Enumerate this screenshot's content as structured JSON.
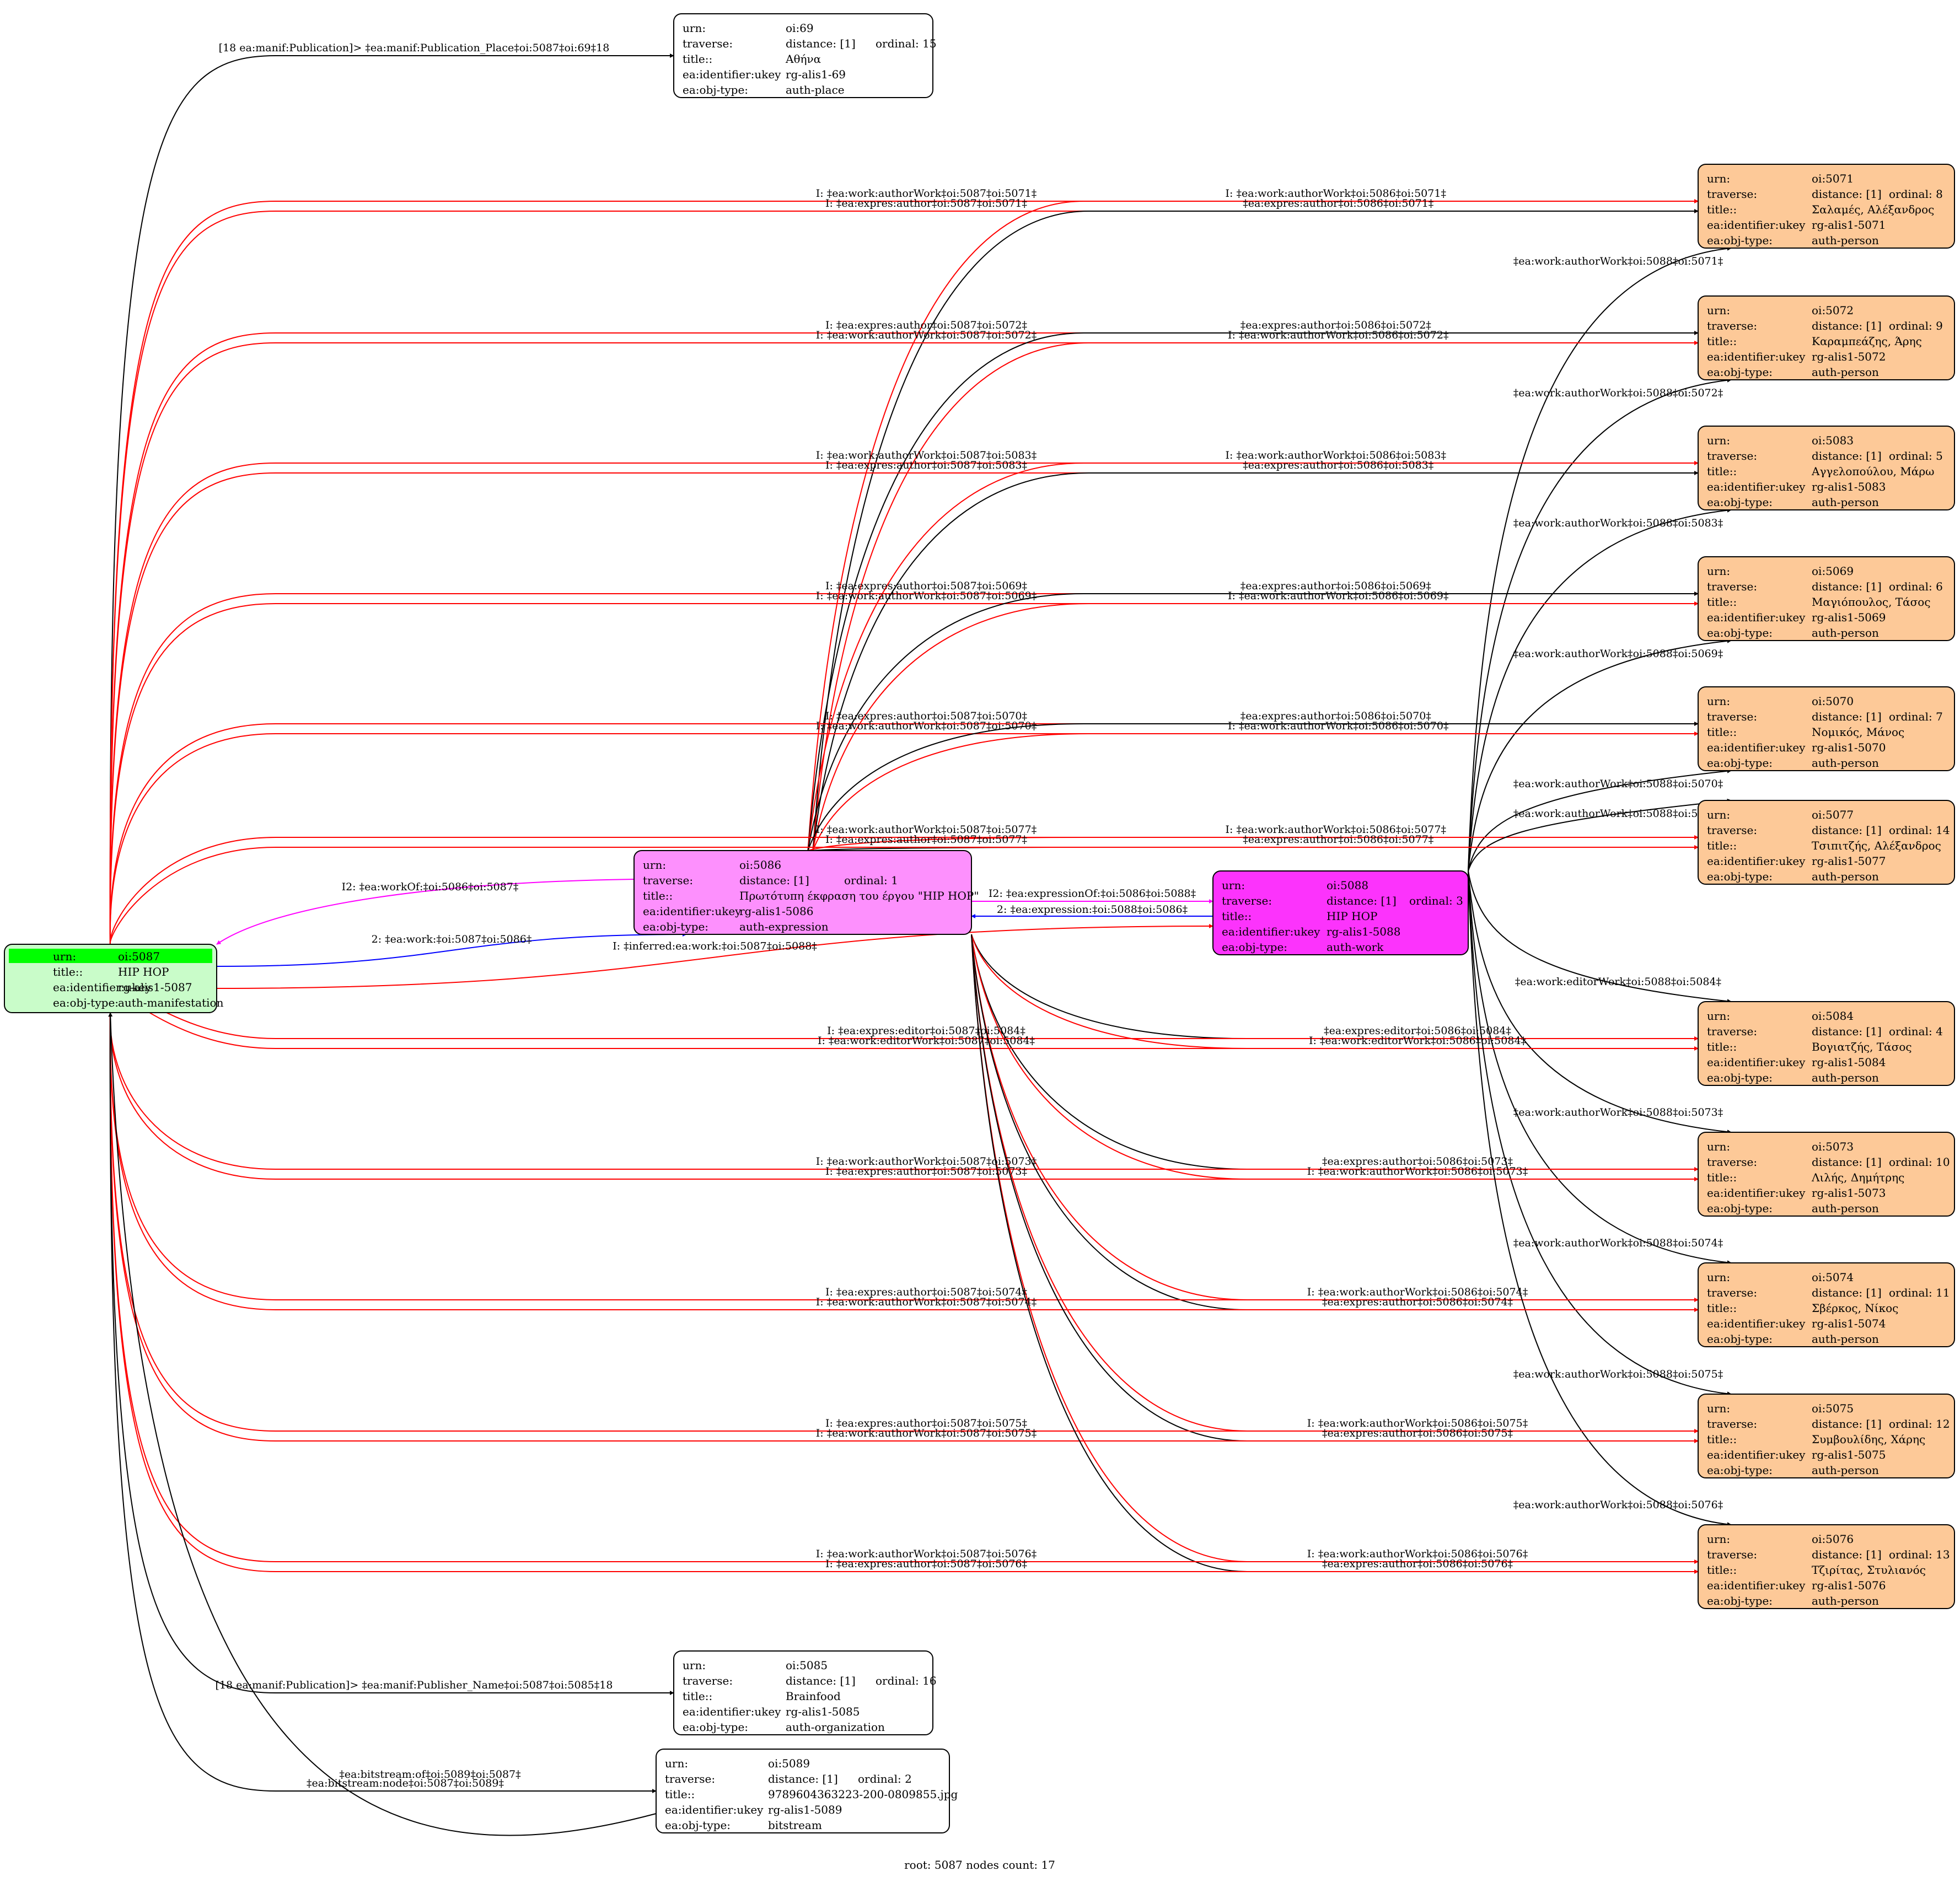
{
  "footer": "root: 5087 nodes count: 17",
  "colors": {
    "root_fill": "#c9fcc9",
    "root_highlight": "#00ff00",
    "expression_fill": "#fd90fd",
    "work_fill": "#fc33fc",
    "person_fill": "#fdc998",
    "plain_fill": "#ffffff",
    "edge_black": "#000000",
    "edge_red": "#ff0000",
    "edge_blue": "#0000ff",
    "edge_magenta": "#ff00ff"
  },
  "nodes": [
    {
      "id": "oi:5087",
      "kind": "root",
      "rows": [
        [
          "urn:",
          "oi:5087"
        ],
        [
          "title::",
          "HIP HOP"
        ],
        [
          "ea:identifier:ukey",
          "rg-alis1-5087"
        ],
        [
          "ea:obj-type:",
          "auth-manifestation"
        ]
      ]
    },
    {
      "id": "oi:69",
      "kind": "plain",
      "rows": [
        [
          "urn:",
          "oi:69"
        ],
        [
          "traverse:",
          "distance: [1]",
          "ordinal: 15"
        ],
        [
          "title::",
          "Αθήνα"
        ],
        [
          "ea:identifier:ukey",
          "rg-alis1-69"
        ],
        [
          "ea:obj-type:",
          "auth-place"
        ]
      ]
    },
    {
      "id": "oi:5086",
      "kind": "expression",
      "rows": [
        [
          "urn:",
          "oi:5086"
        ],
        [
          "traverse:",
          "distance: [1]",
          "ordinal: 1"
        ],
        [
          "title::",
          "Πρωτότυπη έκφραση του έργου \"HIP HOP\""
        ],
        [
          "ea:identifier:ukey",
          "rg-alis1-5086"
        ],
        [
          "ea:obj-type:",
          "auth-expression"
        ]
      ]
    },
    {
      "id": "oi:5088",
      "kind": "work",
      "rows": [
        [
          "urn:",
          "oi:5088"
        ],
        [
          "traverse:",
          "distance: [1]",
          "ordinal: 3"
        ],
        [
          "title::",
          "HIP HOP"
        ],
        [
          "ea:identifier:ukey",
          "rg-alis1-5088"
        ],
        [
          "ea:obj-type:",
          "auth-work"
        ]
      ]
    },
    {
      "id": "oi:5071",
      "kind": "person",
      "rows": [
        [
          "urn:",
          "oi:5071"
        ],
        [
          "traverse:",
          "distance: [1]",
          "ordinal: 8"
        ],
        [
          "title::",
          "Σαλαμές, Αλέξανδρος"
        ],
        [
          "ea:identifier:ukey",
          "rg-alis1-5071"
        ],
        [
          "ea:obj-type:",
          "auth-person"
        ]
      ]
    },
    {
      "id": "oi:5072",
      "kind": "person",
      "rows": [
        [
          "urn:",
          "oi:5072"
        ],
        [
          "traverse:",
          "distance: [1]",
          "ordinal: 9"
        ],
        [
          "title::",
          "Καραμπεάζης, Άρης"
        ],
        [
          "ea:identifier:ukey",
          "rg-alis1-5072"
        ],
        [
          "ea:obj-type:",
          "auth-person"
        ]
      ]
    },
    {
      "id": "oi:5083",
      "kind": "person",
      "rows": [
        [
          "urn:",
          "oi:5083"
        ],
        [
          "traverse:",
          "distance: [1]",
          "ordinal: 5"
        ],
        [
          "title::",
          "Αγγελοπούλου, Μάρω"
        ],
        [
          "ea:identifier:ukey",
          "rg-alis1-5083"
        ],
        [
          "ea:obj-type:",
          "auth-person"
        ]
      ]
    },
    {
      "id": "oi:5069",
      "kind": "person",
      "rows": [
        [
          "urn:",
          "oi:5069"
        ],
        [
          "traverse:",
          "distance: [1]",
          "ordinal: 6"
        ],
        [
          "title::",
          "Μαγιόπουλος, Τάσος"
        ],
        [
          "ea:identifier:ukey",
          "rg-alis1-5069"
        ],
        [
          "ea:obj-type:",
          "auth-person"
        ]
      ]
    },
    {
      "id": "oi:5070",
      "kind": "person",
      "rows": [
        [
          "urn:",
          "oi:5070"
        ],
        [
          "traverse:",
          "distance: [1]",
          "ordinal: 7"
        ],
        [
          "title::",
          "Νομικός, Μάνος"
        ],
        [
          "ea:identifier:ukey",
          "rg-alis1-5070"
        ],
        [
          "ea:obj-type:",
          "auth-person"
        ]
      ]
    },
    {
      "id": "oi:5077",
      "kind": "person",
      "rows": [
        [
          "urn:",
          "oi:5077"
        ],
        [
          "traverse:",
          "distance: [1]",
          "ordinal: 14"
        ],
        [
          "title::",
          "Τσιπιτζής, Αλέξανδρος"
        ],
        [
          "ea:identifier:ukey",
          "rg-alis1-5077"
        ],
        [
          "ea:obj-type:",
          "auth-person"
        ]
      ]
    },
    {
      "id": "oi:5084",
      "kind": "person",
      "rows": [
        [
          "urn:",
          "oi:5084"
        ],
        [
          "traverse:",
          "distance: [1]",
          "ordinal: 4"
        ],
        [
          "title::",
          "Βογιατζής, Τάσος"
        ],
        [
          "ea:identifier:ukey",
          "rg-alis1-5084"
        ],
        [
          "ea:obj-type:",
          "auth-person"
        ]
      ]
    },
    {
      "id": "oi:5073",
      "kind": "person",
      "rows": [
        [
          "urn:",
          "oi:5073"
        ],
        [
          "traverse:",
          "distance: [1]",
          "ordinal: 10"
        ],
        [
          "title::",
          "Λιλής, Δημήτρης"
        ],
        [
          "ea:identifier:ukey",
          "rg-alis1-5073"
        ],
        [
          "ea:obj-type:",
          "auth-person"
        ]
      ]
    },
    {
      "id": "oi:5074",
      "kind": "person",
      "rows": [
        [
          "urn:",
          "oi:5074"
        ],
        [
          "traverse:",
          "distance: [1]",
          "ordinal: 11"
        ],
        [
          "title::",
          "Σβέρκος, Νίκος"
        ],
        [
          "ea:identifier:ukey",
          "rg-alis1-5074"
        ],
        [
          "ea:obj-type:",
          "auth-person"
        ]
      ]
    },
    {
      "id": "oi:5075",
      "kind": "person",
      "rows": [
        [
          "urn:",
          "oi:5075"
        ],
        [
          "traverse:",
          "distance: [1]",
          "ordinal: 12"
        ],
        [
          "title::",
          "Συμβουλίδης, Χάρης"
        ],
        [
          "ea:identifier:ukey",
          "rg-alis1-5075"
        ],
        [
          "ea:obj-type:",
          "auth-person"
        ]
      ]
    },
    {
      "id": "oi:5076",
      "kind": "person",
      "rows": [
        [
          "urn:",
          "oi:5076"
        ],
        [
          "traverse:",
          "distance: [1]",
          "ordinal: 13"
        ],
        [
          "title::",
          "Τζιρίτας, Στυλιανός"
        ],
        [
          "ea:identifier:ukey",
          "rg-alis1-5076"
        ],
        [
          "ea:obj-type:",
          "auth-person"
        ]
      ]
    },
    {
      "id": "oi:5085",
      "kind": "plain",
      "rows": [
        [
          "urn:",
          "oi:5085"
        ],
        [
          "traverse:",
          "distance: [1]",
          "ordinal: 16"
        ],
        [
          "title::",
          "Brainfood"
        ],
        [
          "ea:identifier:ukey",
          "rg-alis1-5085"
        ],
        [
          "ea:obj-type:",
          "auth-organization"
        ]
      ]
    },
    {
      "id": "oi:5089",
      "kind": "plain",
      "rows": [
        [
          "urn:",
          "oi:5089"
        ],
        [
          "traverse:",
          "distance: [1]",
          "ordinal: 2"
        ],
        [
          "title::",
          "9789604363223-200-0809855.jpg"
        ],
        [
          "ea:identifier:ukey",
          "rg-alis1-5089"
        ],
        [
          "ea:obj-type:",
          "bitstream"
        ]
      ]
    }
  ],
  "edges": [
    {
      "from": "oi:5087",
      "to": "oi:69",
      "color": "black",
      "label": "[18 ea:manif:Publication]> ‡ea:manif:Publication_Place‡oi:5087‡oi:69‡18"
    },
    {
      "from": "oi:5087",
      "to": "oi:5071",
      "color": "red",
      "label": "I: ‡ea:work:authorWork‡oi:5087‡oi:5071‡"
    },
    {
      "from": "oi:5087",
      "to": "oi:5071",
      "color": "red",
      "label": "I: ‡ea:expres:author‡oi:5087‡oi:5071‡"
    },
    {
      "from": "oi:5087",
      "to": "oi:5072",
      "color": "red",
      "label": "I: ‡ea:expres:author‡oi:5087‡oi:5072‡"
    },
    {
      "from": "oi:5086",
      "to": "oi:5071",
      "color": "red",
      "label": "I: ‡ea:work:authorWork‡oi:5086‡oi:5071‡"
    },
    {
      "from": "oi:5086",
      "to": "oi:5071",
      "color": "black",
      "label": "‡ea:expres:author‡oi:5086‡oi:5071‡"
    },
    {
      "from": "oi:5088",
      "to": "oi:5071",
      "color": "black",
      "label": "‡ea:work:authorWork‡oi:5088‡oi:5071‡"
    },
    {
      "from": "oi:5087",
      "to": "oi:5072",
      "color": "red",
      "label": "I: ‡ea:work:authorWork‡oi:5087‡oi:5072‡"
    },
    {
      "from": "oi:5087",
      "to": "oi:5083",
      "color": "red",
      "label": "I: ‡ea:work:authorWork‡oi:5087‡oi:5083‡"
    },
    {
      "from": "oi:5086",
      "to": "oi:5072",
      "color": "black",
      "label": "‡ea:expres:author‡oi:5086‡oi:5072‡"
    },
    {
      "from": "oi:5086",
      "to": "oi:5072",
      "color": "red",
      "label": "I: ‡ea:work:authorWork‡oi:5086‡oi:5072‡"
    },
    {
      "from": "oi:5087",
      "to": "oi:5083",
      "color": "red",
      "label": "I: ‡ea:expres:author‡oi:5087‡oi:5083‡"
    },
    {
      "from": "oi:5088",
      "to": "oi:5072",
      "color": "black",
      "label": "‡ea:work:authorWork‡oi:5088‡oi:5072‡"
    },
    {
      "from": "oi:5087",
      "to": "oi:5069",
      "color": "red",
      "label": "I: ‡ea:expres:author‡oi:5087‡oi:5069‡"
    },
    {
      "from": "oi:5086",
      "to": "oi:5083",
      "color": "red",
      "label": "I: ‡ea:work:authorWork‡oi:5086‡oi:5083‡"
    },
    {
      "from": "oi:5086",
      "to": "oi:5083",
      "color": "black",
      "label": "‡ea:expres:author‡oi:5086‡oi:5083‡"
    },
    {
      "from": "oi:5088",
      "to": "oi:5083",
      "color": "black",
      "label": "‡ea:work:authorWork‡oi:5088‡oi:5083‡"
    },
    {
      "from": "oi:5087",
      "to": "oi:5069",
      "color": "red",
      "label": "I: ‡ea:work:authorWork‡oi:5087‡oi:5069‡"
    },
    {
      "from": "oi:5087",
      "to": "oi:5070",
      "color": "red",
      "label": "I: ‡ea:expres:author‡oi:5087‡oi:5070‡"
    },
    {
      "from": "oi:5086",
      "to": "oi:5069",
      "color": "black",
      "label": "‡ea:expres:author‡oi:5086‡oi:5069‡"
    },
    {
      "from": "oi:5086",
      "to": "oi:5069",
      "color": "red",
      "label": "I: ‡ea:work:authorWork‡oi:5086‡oi:5069‡"
    },
    {
      "from": "oi:5088",
      "to": "oi:5069",
      "color": "black",
      "label": "‡ea:work:authorWork‡oi:5088‡oi:5069‡"
    },
    {
      "from": "oi:5087",
      "to": "oi:5070",
      "color": "red",
      "label": "I: ‡ea:work:authorWork‡oi:5087‡oi:5070‡"
    },
    {
      "from": "oi:5087",
      "to": "oi:5077",
      "color": "red",
      "label": "I: ‡ea:work:authorWork‡oi:5087‡oi:5077‡"
    },
    {
      "from": "oi:5086",
      "to": "oi:5070",
      "color": "black",
      "label": "‡ea:expres:author‡oi:5086‡oi:5070‡"
    },
    {
      "from": "oi:5086",
      "to": "oi:5070",
      "color": "red",
      "label": "I: ‡ea:work:authorWork‡oi:5086‡oi:5070‡"
    },
    {
      "from": "oi:5088",
      "to": "oi:5070",
      "color": "black",
      "label": "‡ea:work:authorWork‡oi:5088‡oi:5070‡"
    },
    {
      "from": "oi:5086",
      "to": "oi:5077",
      "color": "red",
      "label": "I: ‡ea:work:authorWork‡oi:5086‡oi:5077‡"
    },
    {
      "from": "oi:5086",
      "to": "oi:5077",
      "color": "black",
      "label": "‡ea:expres:author‡oi:5086‡oi:5077‡"
    },
    {
      "from": "oi:5088",
      "to": "oi:5077",
      "color": "black",
      "label": "‡ea:work:authorWork‡oi:5088‡oi:5077‡"
    },
    {
      "from": "oi:5086",
      "to": "oi:5087",
      "color": "magenta",
      "label": "I2: ‡ea:workOf:‡oi:5086‡oi:5087‡"
    },
    {
      "from": "oi:5086",
      "to": "oi:5088",
      "color": "magenta",
      "label": "I2: ‡ea:expressionOf:‡oi:5086‡oi:5088‡"
    },
    {
      "from": "oi:5088",
      "to": "oi:5086",
      "color": "blue",
      "label": "2: ‡ea:expression:‡oi:5088‡oi:5086‡"
    },
    {
      "from": "oi:5087",
      "to": "oi:5086",
      "color": "blue",
      "label": "2: ‡ea:work:‡oi:5087‡oi:5086‡"
    },
    {
      "from": "oi:5087",
      "to": "oi:5088",
      "color": "red",
      "label": "I: ‡inferred:ea:work:‡oi:5087‡oi:5088‡"
    },
    {
      "from": "oi:5088",
      "to": "oi:5084",
      "color": "black",
      "label": "‡ea:work:editorWork‡oi:5088‡oi:5084‡"
    },
    {
      "from": "oi:5086",
      "to": "oi:5084",
      "color": "black",
      "label": "‡ea:expres:editor‡oi:5086‡oi:5084‡"
    },
    {
      "from": "oi:5088",
      "to": "oi:5073",
      "color": "black",
      "label": "‡ea:work:authorWork‡oi:5088‡oi:5073‡"
    },
    {
      "from": "oi:5087",
      "to": "oi:5077",
      "color": "red",
      "label": "I: ‡ea:expres:author‡oi:5087‡oi:5077‡"
    },
    {
      "from": "oi:5086",
      "to": "oi:5084",
      "color": "red",
      "label": "I: ‡ea:work:editorWork‡oi:5086‡oi:5084‡"
    },
    {
      "from": "oi:5086",
      "to": "oi:5073",
      "color": "black",
      "label": "‡ea:expres:author‡oi:5086‡oi:5073‡"
    },
    {
      "from": "oi:5087",
      "to": "oi:5084",
      "color": "red",
      "label": "I: ‡ea:expres:editor‡oi:5087‡oi:5084‡"
    },
    {
      "from": "oi:5088",
      "to": "oi:5074",
      "color": "black",
      "label": "‡ea:work:authorWork‡oi:5088‡oi:5074‡"
    },
    {
      "from": "oi:5087",
      "to": "oi:5084",
      "color": "red",
      "label": "I: ‡ea:work:editorWork‡oi:5087‡oi:5084‡"
    },
    {
      "from": "oi:5086",
      "to": "oi:5073",
      "color": "red",
      "label": "I: ‡ea:work:authorWork‡oi:5086‡oi:5073‡"
    },
    {
      "from": "oi:5086",
      "to": "oi:5074",
      "color": "red",
      "label": "I: ‡ea:work:authorWork‡oi:5086‡oi:5074‡"
    },
    {
      "from": "oi:5087",
      "to": "oi:5073",
      "color": "red",
      "label": "I: ‡ea:work:authorWork‡oi:5087‡oi:5073‡"
    },
    {
      "from": "oi:5088",
      "to": "oi:5075",
      "color": "black",
      "label": "‡ea:work:authorWork‡oi:5088‡oi:5075‡"
    },
    {
      "from": "oi:5087",
      "to": "oi:5073",
      "color": "red",
      "label": "I: ‡ea:expres:author‡oi:5087‡oi:5073‡"
    },
    {
      "from": "oi:5086",
      "to": "oi:5074",
      "color": "black",
      "label": "‡ea:expres:author‡oi:5086‡oi:5074‡"
    },
    {
      "from": "oi:5086",
      "to": "oi:5075",
      "color": "red",
      "label": "I: ‡ea:work:authorWork‡oi:5086‡oi:5075‡"
    },
    {
      "from": "oi:5087",
      "to": "oi:5074",
      "color": "red",
      "label": "I: ‡ea:expres:author‡oi:5087‡oi:5074‡"
    },
    {
      "from": "oi:5088",
      "to": "oi:5076",
      "color": "black",
      "label": "‡ea:work:authorWork‡oi:5088‡oi:5076‡"
    },
    {
      "from": "oi:5087",
      "to": "oi:5074",
      "color": "red",
      "label": "I: ‡ea:work:authorWork‡oi:5087‡oi:5074‡"
    },
    {
      "from": "oi:5086",
      "to": "oi:5075",
      "color": "black",
      "label": "‡ea:expres:author‡oi:5086‡oi:5075‡"
    },
    {
      "from": "oi:5086",
      "to": "oi:5076",
      "color": "red",
      "label": "I: ‡ea:work:authorWork‡oi:5086‡oi:5076‡"
    },
    {
      "from": "oi:5087",
      "to": "oi:5075",
      "color": "red",
      "label": "I: ‡ea:expres:author‡oi:5087‡oi:5075‡"
    },
    {
      "from": "oi:5087",
      "to": "oi:5075",
      "color": "red",
      "label": "I: ‡ea:work:authorWork‡oi:5087‡oi:5075‡"
    },
    {
      "from": "oi:5086",
      "to": "oi:5076",
      "color": "black",
      "label": "‡ea:expres:author‡oi:5086‡oi:5076‡"
    },
    {
      "from": "oi:5087",
      "to": "oi:5076",
      "color": "red",
      "label": "I: ‡ea:work:authorWork‡oi:5087‡oi:5076‡"
    },
    {
      "from": "oi:5087",
      "to": "oi:5076",
      "color": "red",
      "label": "I: ‡ea:expres:author‡oi:5087‡oi:5076‡"
    },
    {
      "from": "oi:5087",
      "to": "oi:5085",
      "color": "black",
      "label": "[18 ea:manif:Publication]> ‡ea:manif:Publisher_Name‡oi:5087‡oi:5085‡18"
    },
    {
      "from": "oi:5087",
      "to": "oi:5089",
      "color": "black",
      "label": "‡ea:bitstream:node‡oi:5087‡oi:5089‡"
    },
    {
      "from": "oi:5089",
      "to": "oi:5087",
      "color": "black",
      "label": "‡ea:bitstream:of‡oi:5089‡oi:5087‡"
    }
  ]
}
